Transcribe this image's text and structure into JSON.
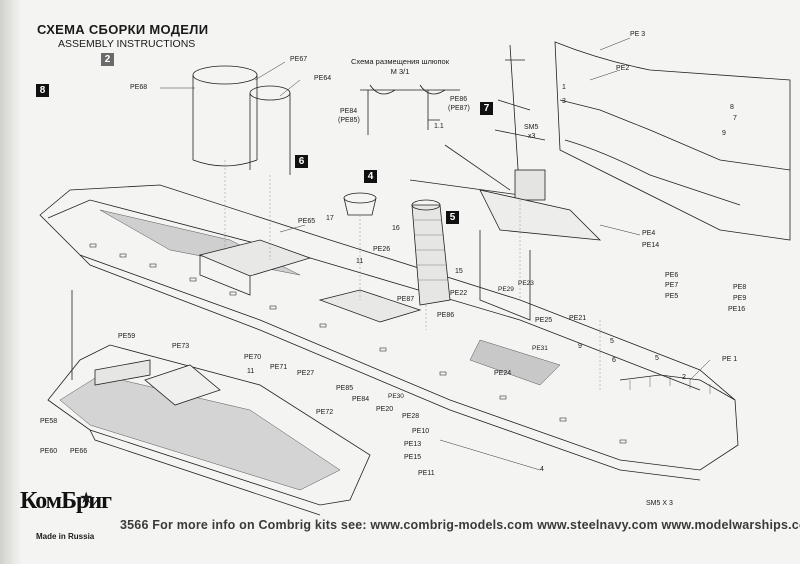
{
  "header": {
    "title_ru": "СХЕМА СБОРКИ МОДЕЛИ",
    "title_en": "ASSEMBLY INSTRUCTIONS"
  },
  "steps": {
    "s2": "2",
    "s4": "4",
    "s5": "5",
    "s6": "6",
    "s7": "7",
    "s8": "8"
  },
  "boats_inset": {
    "title": "Схема размещения шлюпок",
    "scale": "М 3/1",
    "left_label": "PE84",
    "left_sub": "(PE85)",
    "right_label": "PE86",
    "right_sub": "(PE87)",
    "dim": "1.1"
  },
  "labels": {
    "pe67": "PE67",
    "pe64": "PE64",
    "pe68": "PE68",
    "pe65": "PE65",
    "n17": "17",
    "pe3": "PE 3",
    "pe2": "PE2",
    "n1": "1",
    "n3": "3",
    "n8": "8",
    "n7": "7",
    "n9": "9",
    "sm5_top": "SM5",
    "x3_top": "x3",
    "n16": "16",
    "pe26": "PE26",
    "n11": "11",
    "n15": "15",
    "pe87": "PE87",
    "pe22": "PE22",
    "pe86": "PE86",
    "pe29": "PE29",
    "pe23": "PE23",
    "pe25": "PE25",
    "pe21": "PE21",
    "pe31": "PE31",
    "n5": "5",
    "n6": "6",
    "pe4": "PE4",
    "pe14": "PE14",
    "pe6": "PE6",
    "pe7": "PE7",
    "pe5": "PE5",
    "pe8": "PE8",
    "pe9": "PE9",
    "pe16": "PE16",
    "pe59": "PE59",
    "pe73": "PE73",
    "pe70": "PE70",
    "pe71": "PE71",
    "pe72": "PE72",
    "pe27": "PE27",
    "pe85": "PE85",
    "pe84": "PE84",
    "pe20": "PE20",
    "pe30": "PE30",
    "pe28": "PE28",
    "pe24": "PE24",
    "pe10": "PE10",
    "pe13": "PE13",
    "pe15": "PE15",
    "pe11": "PE11",
    "pe58": "PE58",
    "pe60": "PE60",
    "pe66": "PE66",
    "n4": "4",
    "n2": "2",
    "pe1": "PE 1",
    "sm5_bottom": "SM5 X 3",
    "n11b": "11",
    "n9b": "9",
    "n5b": "5"
  },
  "footer": {
    "text": "3566   For more info on Combrig kits see:   www.combrig-models.com   www.steelnavy.com   www.modelwarships.com"
  },
  "logo": {
    "brand": "КомБриг",
    "made_in": "Made in Russia"
  }
}
